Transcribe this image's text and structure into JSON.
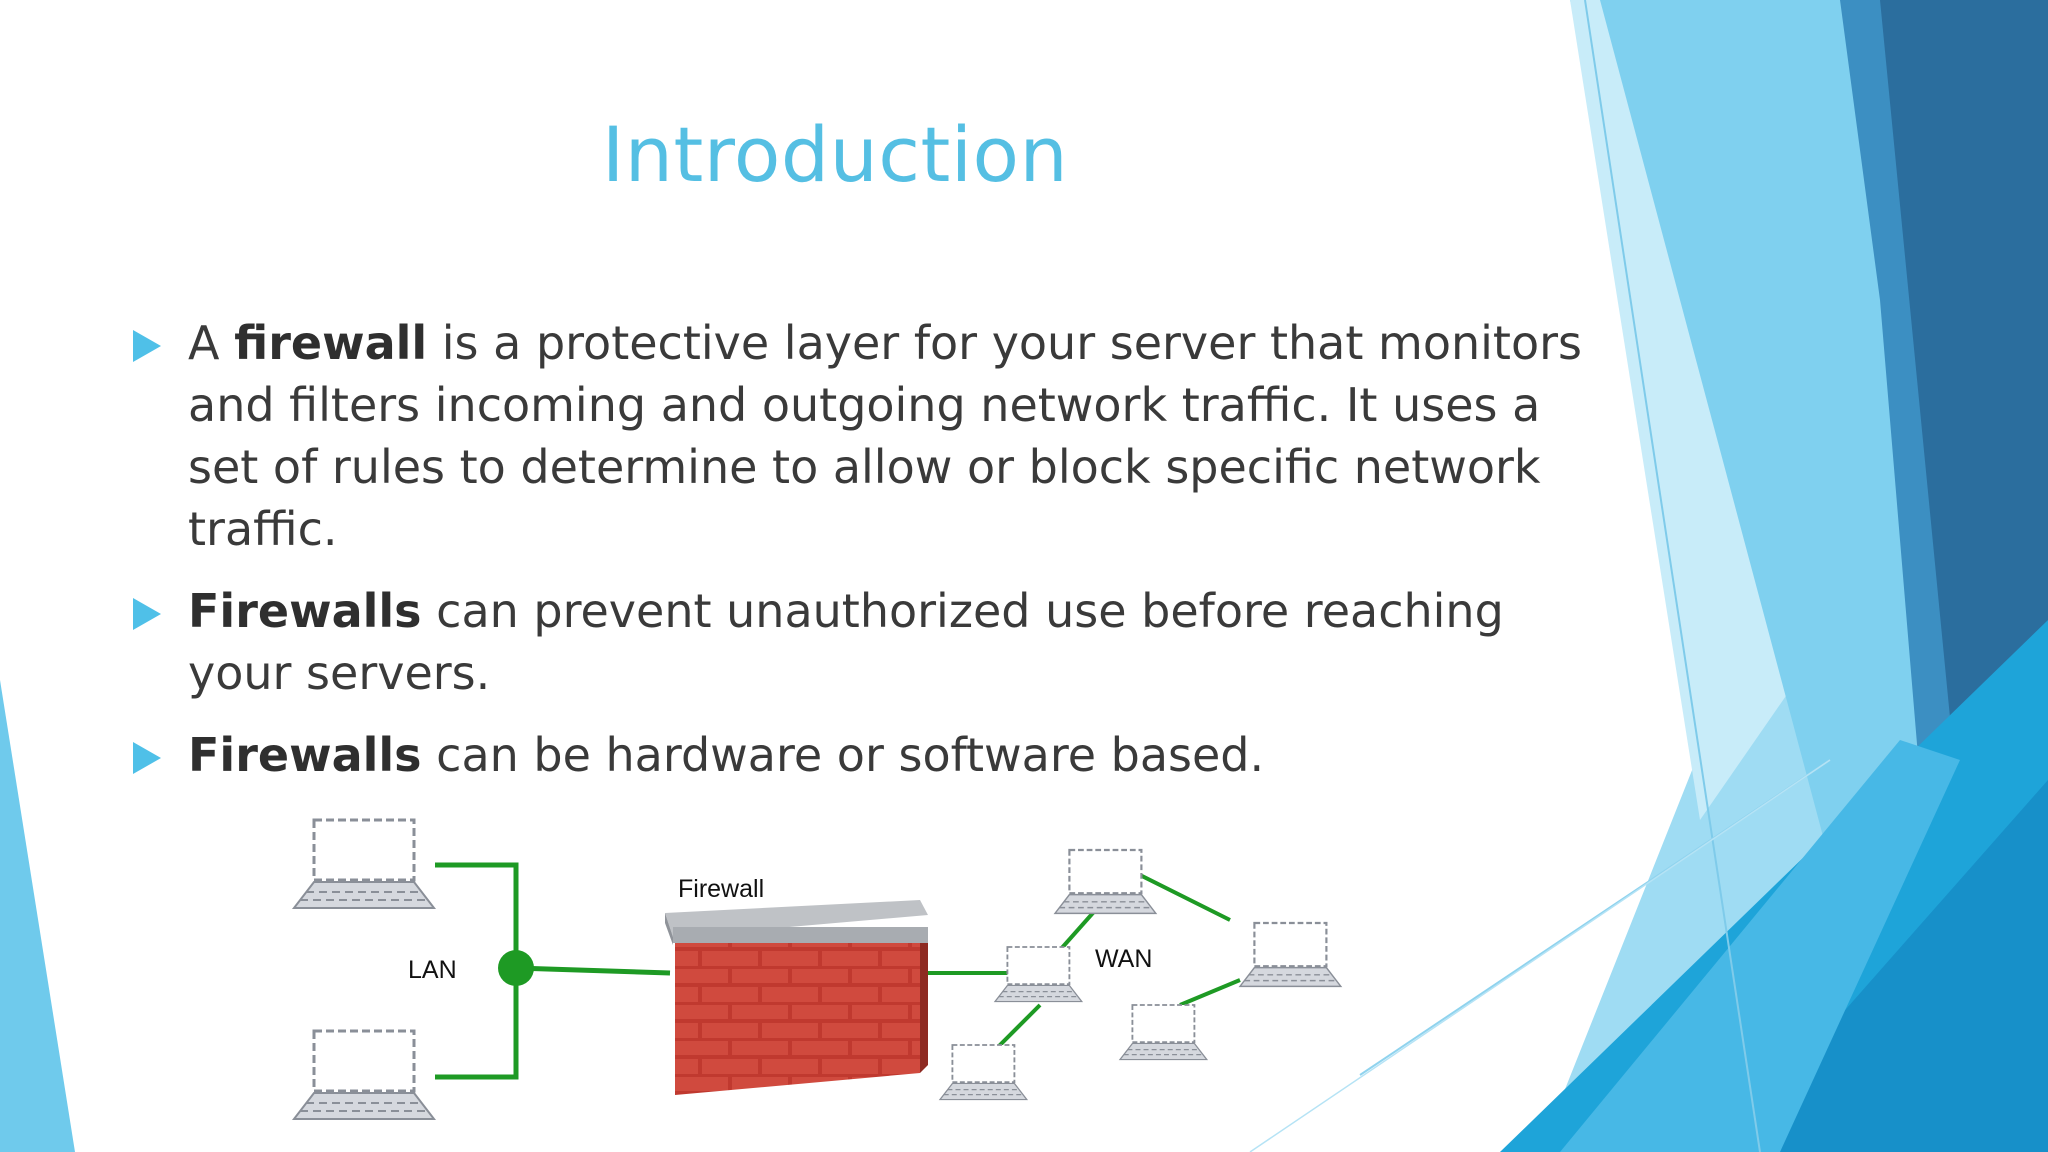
{
  "slide": {
    "title": "Introduction",
    "bullets": [
      {
        "parts": [
          "A ",
          "firewall",
          " is a protective layer for your server that monitors and filters incoming and outgoing network traffic. It uses a set of rules to determine to allow or block specific network traffic."
        ]
      },
      {
        "parts": [
          "",
          "Firewalls",
          " can prevent unauthorized use before reaching your servers."
        ]
      },
      {
        "parts": [
          "",
          "Firewalls",
          " can be hardware or software based."
        ]
      }
    ]
  },
  "diagram": {
    "firewall_label": "Firewall",
    "lan_label": "LAN",
    "wan_label": "WAN"
  },
  "colors": {
    "accent": "#55bfe3",
    "bullet_marker": "#4fc0e8",
    "network_line": "#1e9a24",
    "brick": "#c0392f"
  }
}
